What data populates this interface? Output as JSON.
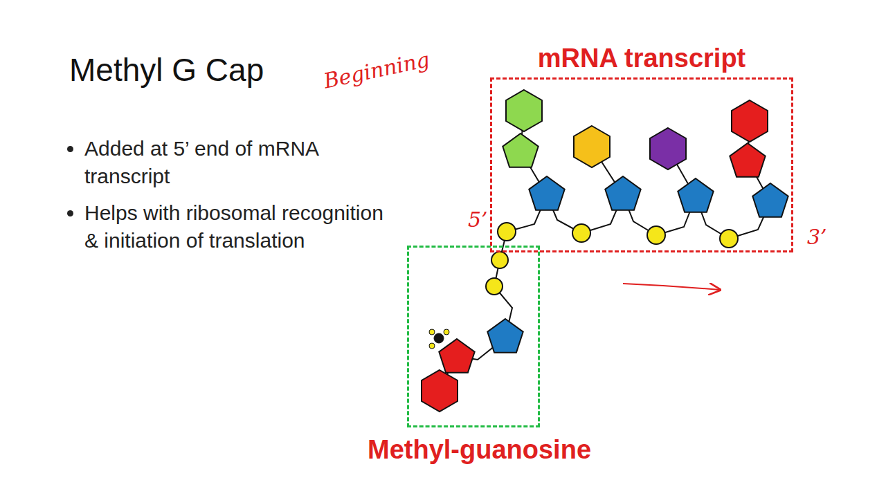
{
  "diagram": {
    "title": "Methyl G Cap",
    "nodes": [
      {
        "text": [
          "mRNA transcript"
        ]
      },
      {
        "text": [
          "Methyl-guanosine"
        ]
      }
    ],
    "labels": [
      "Beginning",
      "Added at 5’ end of mRNA transcript",
      "Helps with ribosomal recognition & initiation of translation",
      "5’",
      "3’"
    ]
  }
}
